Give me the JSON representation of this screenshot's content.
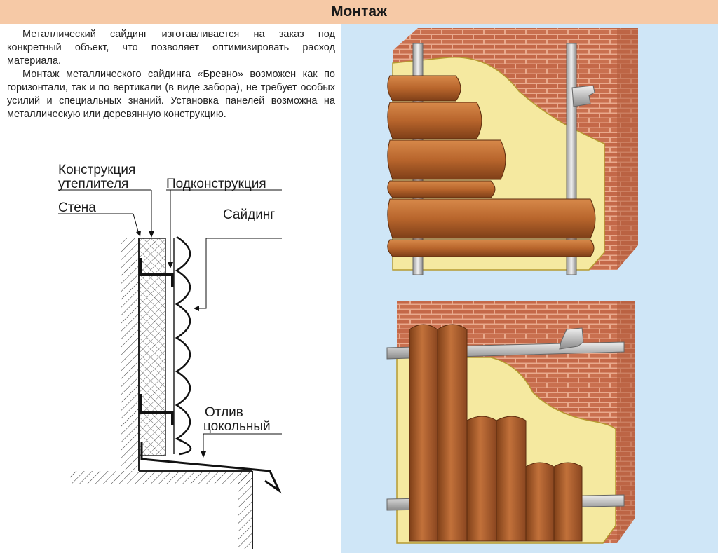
{
  "title": "Монтаж",
  "paragraphs": [
    "Металлический сайдинг изготавливается на заказ под конкретный объект, что позволяет оптимизировать расход материала.",
    "Монтаж металлического сайдинга «Бревно» возможен как по горизонтали, так и по вертикали (в виде забора), не требует особых усилий и специальных знаний. Установка панелей возможна на металлическую или деревянную конструкцию."
  ],
  "labels": {
    "insulation_line1": "Конструкция",
    "insulation_line2": "утеплителя",
    "wall": "Стена",
    "subframe": "Подконструкция",
    "siding": "Сайдинг",
    "drip_line1": "Отлив",
    "drip_line2": "цокольный"
  },
  "colors": {
    "title_bg": "#f6c9a6",
    "panel_bg": "#cfe6f7",
    "brick": "#c9704f",
    "insulation": "#f5e9a0",
    "wood": "#b8652c"
  }
}
